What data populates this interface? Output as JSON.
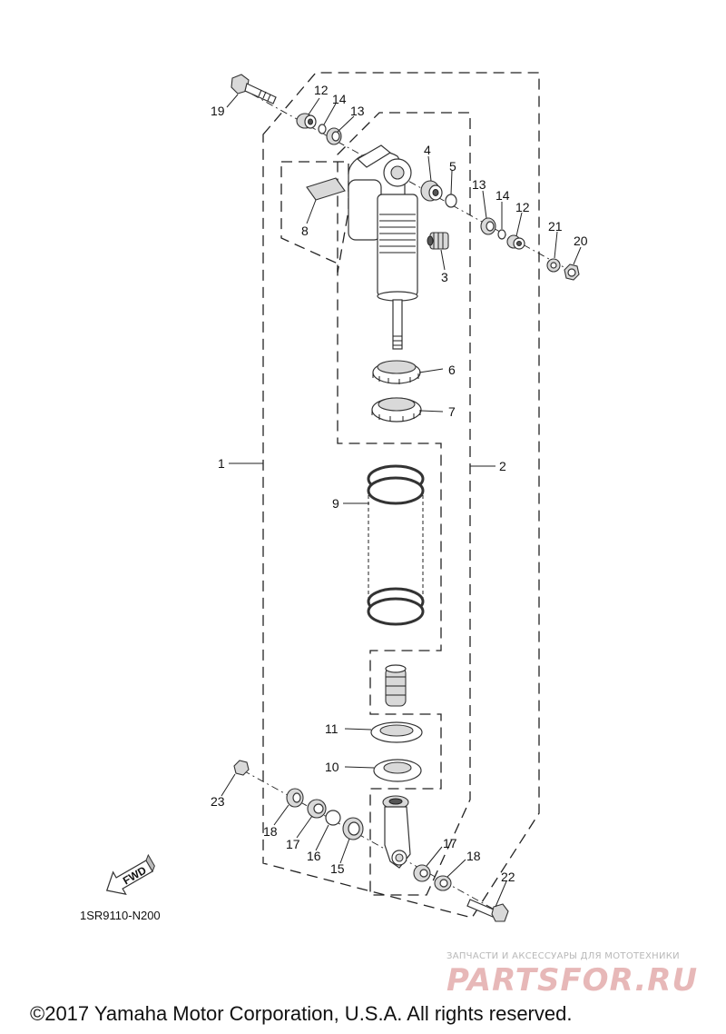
{
  "diagram": {
    "code": "1SR9110-N200",
    "fwd_label": "FWD",
    "copyright": "©2017 Yamaha Motor Corporation, U.S.A. All rights reserved.",
    "watermark": {
      "caption": "ЗАПЧАСТИ И АКСЕССУАРЫ ДЛЯ МОТОТЕХНИКИ",
      "logo": "PARTSFOR.RU"
    },
    "callouts": [
      {
        "id": "c19",
        "label": "19"
      },
      {
        "id": "c12a",
        "label": "12"
      },
      {
        "id": "c14a",
        "label": "14"
      },
      {
        "id": "c13a",
        "label": "13"
      },
      {
        "id": "c4",
        "label": "4"
      },
      {
        "id": "c5",
        "label": "5"
      },
      {
        "id": "c13b",
        "label": "13"
      },
      {
        "id": "c14b",
        "label": "14"
      },
      {
        "id": "c12b",
        "label": "12"
      },
      {
        "id": "c21",
        "label": "21"
      },
      {
        "id": "c20",
        "label": "20"
      },
      {
        "id": "c8",
        "label": "8"
      },
      {
        "id": "c3",
        "label": "3"
      },
      {
        "id": "c6",
        "label": "6"
      },
      {
        "id": "c7",
        "label": "7"
      },
      {
        "id": "c1",
        "label": "1"
      },
      {
        "id": "c2",
        "label": "2"
      },
      {
        "id": "c9",
        "label": "9"
      },
      {
        "id": "c11",
        "label": "11"
      },
      {
        "id": "c10",
        "label": "10"
      },
      {
        "id": "c23",
        "label": "23"
      },
      {
        "id": "c18a",
        "label": "18"
      },
      {
        "id": "c17a",
        "label": "17"
      },
      {
        "id": "c16",
        "label": "16"
      },
      {
        "id": "c15",
        "label": "15"
      },
      {
        "id": "c17b",
        "label": "17"
      },
      {
        "id": "c18b",
        "label": "18"
      },
      {
        "id": "c22",
        "label": "22"
      }
    ]
  }
}
